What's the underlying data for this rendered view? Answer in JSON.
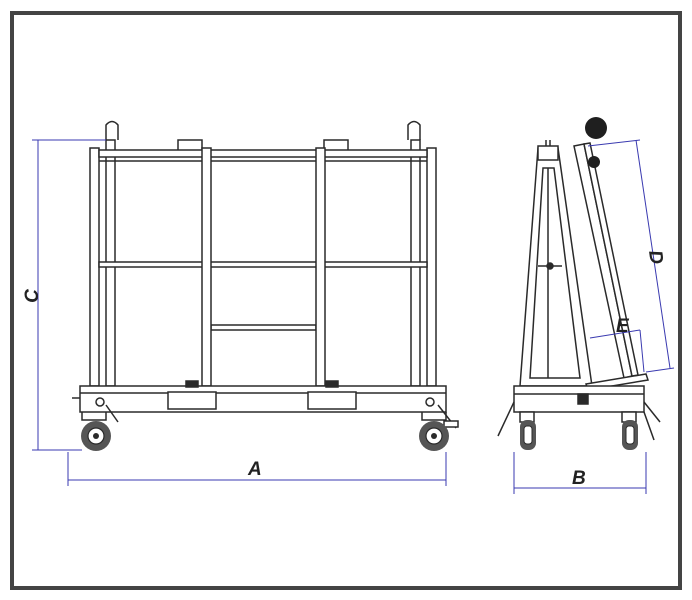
{
  "labels": {
    "a": "A",
    "b": "B",
    "c": "C",
    "d": "D",
    "e": "E"
  },
  "colors": {
    "frame": "#444444",
    "line": "#2a2a2a",
    "dimension": "#3a3ab0",
    "wheel": "#555555",
    "background": "#ffffff"
  }
}
